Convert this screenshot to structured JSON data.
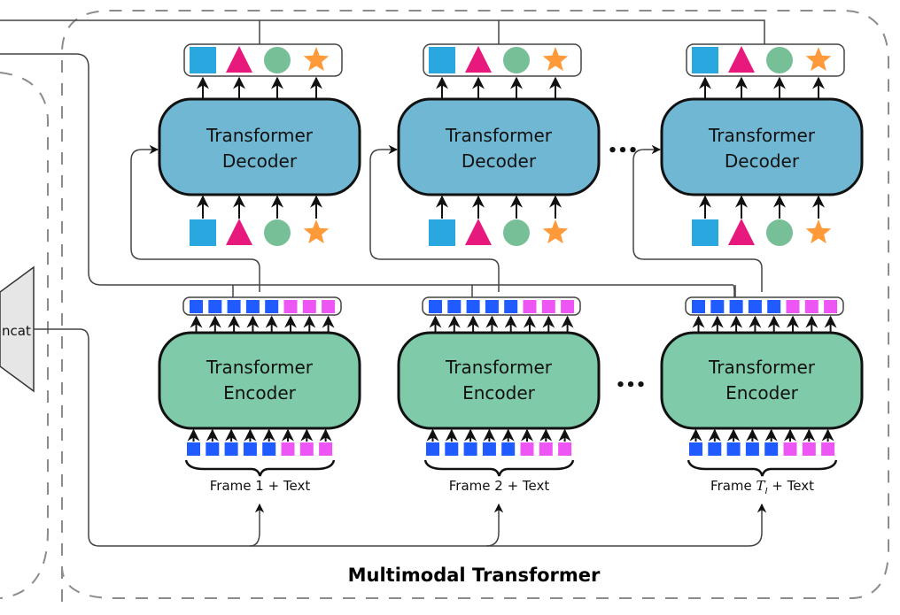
{
  "title": "Multimodal Transformer",
  "concat_label": "ncat",
  "colors": {
    "decoder_fill": "#6fb7d2",
    "encoder_fill": "#7fcaa9",
    "visual_token": "#1f5bff",
    "text_token": "#ee55f5",
    "query_square": "#29a8e0",
    "query_triangle": "#e8197c",
    "query_circle": "#76bf97",
    "query_star": "#ff9a3a",
    "dashed_border": "#8c8c8c",
    "line": "#444444"
  },
  "columns": [
    {
      "decoder": {
        "line1": "Transformer",
        "line2": "Decoder"
      },
      "encoder": {
        "line1": "Transformer",
        "line2": "Encoder"
      },
      "frame": {
        "prefix": "Frame 1",
        "subscript": "",
        "suffix": " + Text"
      }
    },
    {
      "decoder": {
        "line1": "Transformer",
        "line2": "Decoder"
      },
      "encoder": {
        "line1": "Transformer",
        "line2": "Encoder"
      },
      "frame": {
        "prefix": "Frame 2",
        "subscript": "",
        "suffix": " + Text"
      }
    },
    {
      "decoder": {
        "line1": "Transformer",
        "line2": "Decoder"
      },
      "encoder": {
        "line1": "Transformer",
        "line2": "Encoder"
      },
      "frame": {
        "prefix": "Frame ",
        "math": "T",
        "subscript": "I",
        "suffix": " + Text"
      }
    }
  ],
  "ellipsis": "•••",
  "query_shapes": [
    "square",
    "triangle",
    "circle",
    "star"
  ],
  "tokens": {
    "visual_count": 5,
    "text_count": 3
  }
}
